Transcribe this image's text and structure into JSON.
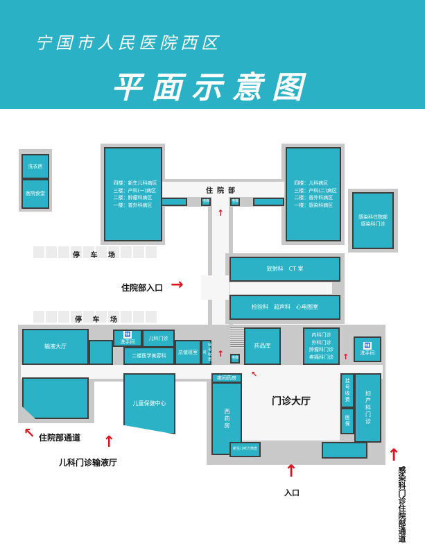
{
  "header": {
    "subtitle": "宁国市人民医院西区",
    "title": "平面示意图"
  },
  "colors": {
    "header": "#2ab1c5",
    "room": "#2cb2c6",
    "wall": "#c9c9c9",
    "arrow": "#e0141e"
  },
  "rooms": {
    "laundry": "洗衣房",
    "canteen": "医院食堂",
    "left_wing": [
      "四楼：新生儿科病区",
      "三楼：产科(一)病区",
      "二楼：肿瘤科病区",
      "一楼：普外科病区"
    ],
    "right_wing": [
      "四楼：儿科病区",
      "三楼：产科(二)病区",
      "二楼：普外科病区",
      "一楼：感染科病区"
    ],
    "infection": [
      "感染科住院部",
      "感染科门诊"
    ],
    "inpatient": "住院部",
    "elevator": "电梯",
    "radiology": "放射科　CT 室",
    "lab": "检验科　超声科　心电图室",
    "parking": "停 车 场",
    "infusion": "输液大厅",
    "restroom": "洗手间",
    "pediatric": "儿科门诊",
    "cosmetic": "二楼医学美容科",
    "duty": "总值班室",
    "register_small": "挂号收费间",
    "child_health": "儿童保健中心",
    "night_pharmacy": "夜间药房",
    "western_pharmacy": "西药房",
    "hearing": "新生儿听力筛查",
    "drug_store": "药品库",
    "outpatient_list": [
      "内科门诊",
      "外科门诊",
      "肿瘤科门诊",
      "疼痛科门诊"
    ],
    "register": "挂号收费",
    "insurance": "医保",
    "obgyn": "妇产科门诊",
    "hall": "门诊大厅"
  },
  "signs": {
    "inpatient_entrance": "住院部入口",
    "inpatient_passage": "住院部通道",
    "pediatric_infusion": "儿科门诊输液厅",
    "entrance": "入口",
    "infection_passage": "感染科门诊住院部通道"
  }
}
